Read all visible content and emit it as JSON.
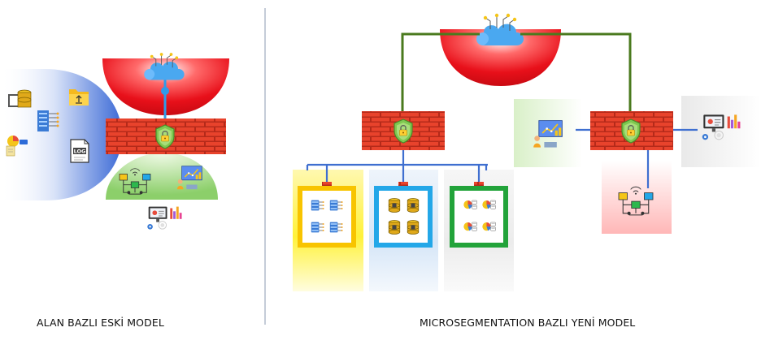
{
  "captions": {
    "left": "ALAN BAZLI ESKİ MODEL",
    "right": "MICROSEGMENTATION BAZLI YENİ MODEL"
  },
  "log_label": "LOG",
  "colors": {
    "firewall_brick": "#e8432c",
    "firewall_mortar": "#b52a1a",
    "cloud_blue": "#4aa8f0",
    "internet_red": "#e8101a",
    "link_green": "#4a7a1e",
    "link_blue": "#3f6fd0",
    "segment_yellow": "#f8c400",
    "segment_blue": "#23a7e8",
    "segment_green": "#22a33a",
    "left_zone_blue": "#3c6ad6",
    "zone_green": "#8ccf6a"
  },
  "icons": {
    "internet": "cloud-network-icon",
    "firewall": "firewall-shield-lock-icon",
    "segment_a": "server-rack-icon",
    "segment_b": "database-stack-icon",
    "segment_c": "analytics-chart-icon",
    "user": "user-laptop-chart-icon",
    "devices": "network-devices-icon",
    "dashboard": "monitor-dashboard-icon",
    "folder": "upload-folder-icon",
    "log_file": "log-file-icon"
  }
}
